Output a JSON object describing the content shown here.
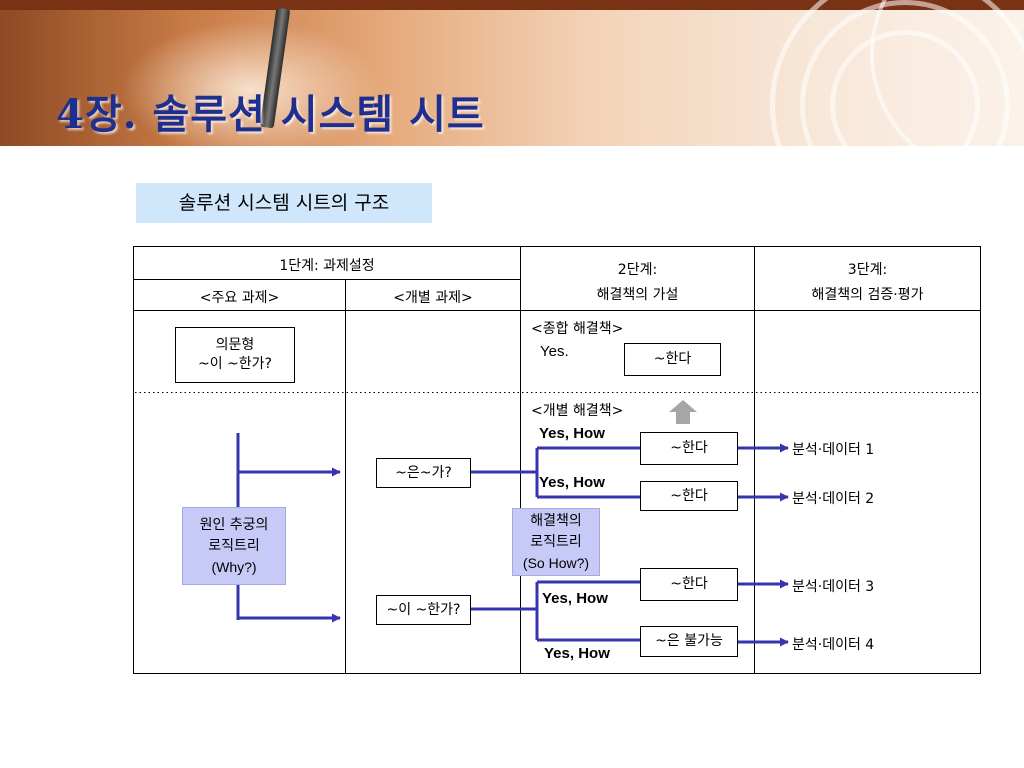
{
  "slide": {
    "title": "4장. 솔루션 시스템 시트",
    "subtitle": "솔루션 시스템 시트의 구조"
  },
  "table_header": {
    "stage1": "1단계: 과제설정",
    "main_task": "<주요 과제>",
    "individual_task": "<개별 과제>",
    "stage2_line1": "2단계:",
    "stage2_line2": "해결책의 가설",
    "stage3_line1": "3단계:",
    "stage3_line2": "해결책의 검증·평가"
  },
  "question_box": {
    "line1": "의문형",
    "line2": "~이 ~한가?"
  },
  "combined_solution": {
    "label": "<종합 해결책>",
    "yes": "Yes.",
    "box": "~한다"
  },
  "individual_solution_label": "<개별 해결책>",
  "cause_tree": {
    "line1": "원인 추궁의",
    "line2": "로직트리",
    "line3": "(Why?)"
  },
  "solution_tree": {
    "line1": "해결책의",
    "line2": "로직트리",
    "line3": "(So How?)"
  },
  "sub_tasks": [
    "~은~가?",
    "~이 ~한가?"
  ],
  "branches": [
    {
      "label": "Yes, How",
      "box": "~한다",
      "result": "분석·데이터 1"
    },
    {
      "label": "Yes, How",
      "box": "~한다",
      "result": "분석·데이터 2"
    },
    {
      "label": "Yes, How",
      "box": "~한다",
      "result": "분석·데이터 3"
    },
    {
      "label": "Yes, How",
      "box": "~은 불가능",
      "result": "분석·데이터 4"
    }
  ],
  "colors": {
    "title": "#1f2f8f",
    "subtitle_bg": "#cfe6fb",
    "connector": "#3535b0",
    "logic_box_bg": "#c7c9f7",
    "up_arrow": "#a6a6a6"
  },
  "icons": [
    "up-arrow-icon",
    "arrow-right-icon"
  ]
}
